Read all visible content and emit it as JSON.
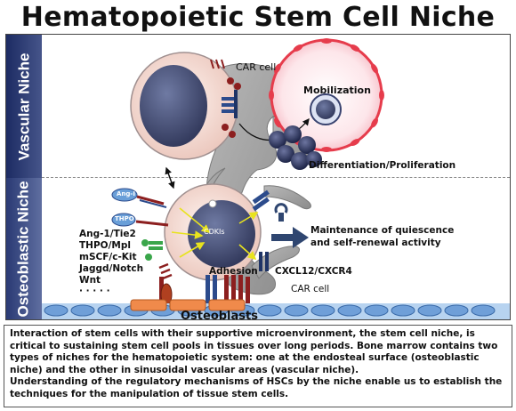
{
  "title": "Hematopoietic Stem Cell Niche",
  "niches": {
    "vascular": "Vascular Niche",
    "osteoblastic": "Osteoblastic Niche"
  },
  "labels": {
    "car_cell_top": "CAR cell",
    "mobilization": "Mobilization",
    "differentiation": "Differentiation/Proliferation",
    "maintenance_line1": "Maintenance of quiescence",
    "maintenance_line2": "and self-renewal activity",
    "cdkis": "CDKIs",
    "adhesion": "Adhesion",
    "cxcl12": "CXCL12/CXCR4",
    "car_cell_bottom": "CAR cell",
    "osteoblasts": "Osteoblasts",
    "ang_tag": "Ang-I",
    "thpo_tag": "THPO"
  },
  "signals": [
    "Ang-1/Tie2",
    "THPO/Mpl",
    "mSCF/c-Kit",
    "Jaggd/Notch",
    "Wnt",
    "· · · · ·"
  ],
  "description": {
    "paragraph1": "Interaction of stem cells with their supportive microenvironment, the stem cell niche, is critical to sustaining stem cell pools in tissues over long periods. Bone marrow contains two types of niches for the hematopoietic system: one at the endosteal surface (osteoblastic niche) and the other in sinusoidal vascular areas (vascular niche).",
    "paragraph2": "Understanding of the regulatory mechanisms of HSCs by the niche enable us to establish the techniques for the manipulation of tissue stem cells."
  },
  "colors": {
    "niche_bar": "#2a3a74",
    "stromal_gray": "#9a9a9a",
    "hsc_outer": "#f6e0da",
    "hsc_nucleus": "#4a5277",
    "vessel_fill": "#fde6ea",
    "vessel_border": "#e63c4c",
    "osteoblast_orange": "#f08a4b",
    "bone_blue": "#b7d3f0",
    "arrow_navy": "#2f4670",
    "signal_yellow": "#e8e31d"
  }
}
